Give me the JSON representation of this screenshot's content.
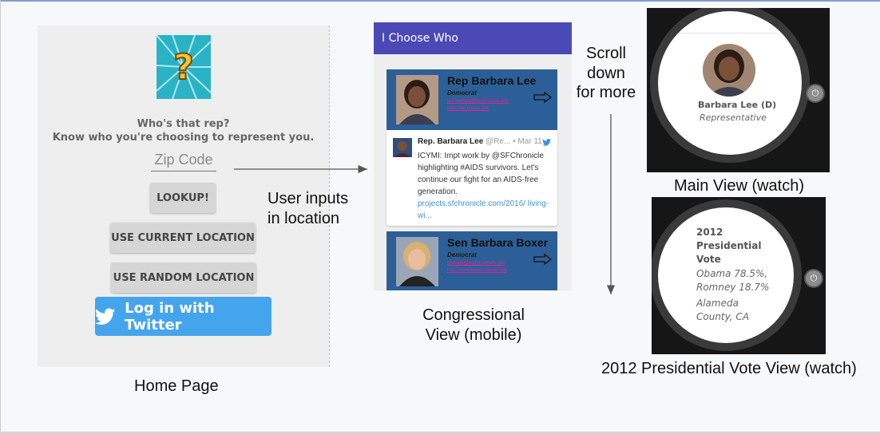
{
  "home": {
    "tagline_line1": "Who's that rep?",
    "tagline_line2": "Know who you're choosing to represent you.",
    "zip_placeholder": "Zip Code",
    "lookup_label": "LOOKUP!",
    "use_current_label": "USE CURRENT LOCATION",
    "use_random_label": "USE RANDOM LOCATION",
    "twitter_label": "Log in with Twitter",
    "logo_icon": "question-mark-icon",
    "accent_color": "#45a5ec"
  },
  "captions": {
    "home_page": "Home Page",
    "user_inputs_line1": "User inputs",
    "user_inputs_line2": "in location",
    "congressional_line1": "Congressional",
    "congressional_line2": "View (mobile)",
    "scroll_line1": "Scroll",
    "scroll_line2": "down",
    "scroll_line3": "for more",
    "main_view": "Main View (watch)",
    "vote_view": "2012 Presidential Vote View (watch)"
  },
  "mobile": {
    "app_title": "I Choose Who",
    "appbar_color": "#4a49b6",
    "card_color": "#2c5f97",
    "cards": [
      {
        "name": "Rep Barbara Lee",
        "party": "Democrat",
        "email": "lee.barbara@mail.house.gov",
        "site": "http://lee.house.gov"
      },
      {
        "name": "Sen Barbara Boxer",
        "party": "Democrat",
        "email": "barbara@boxer.senate.gov",
        "site": "http://www.boxer.senate.gov"
      }
    ],
    "tweet": {
      "author": "Rep. Barbara Lee",
      "handle": "@Re...",
      "date": "• Mar 11",
      "body": "ICYMI: Impt work by @SFChronicle highlighting #AIDS survivors. Let's continue our fight for an AIDS-free generation.",
      "link": "projects.sfchronicle.com/2016/ living-wi..."
    }
  },
  "watch_main": {
    "name": "Barbara Lee (D)",
    "title": "Representative"
  },
  "watch_vote": {
    "heading_line1": "2012",
    "heading_line2": "Presidential",
    "heading_line3": "Vote",
    "obama": "Obama 78.5%,",
    "romney": "Romney 18.7%",
    "county_line1": "Alameda",
    "county_line2": "County, CA"
  }
}
